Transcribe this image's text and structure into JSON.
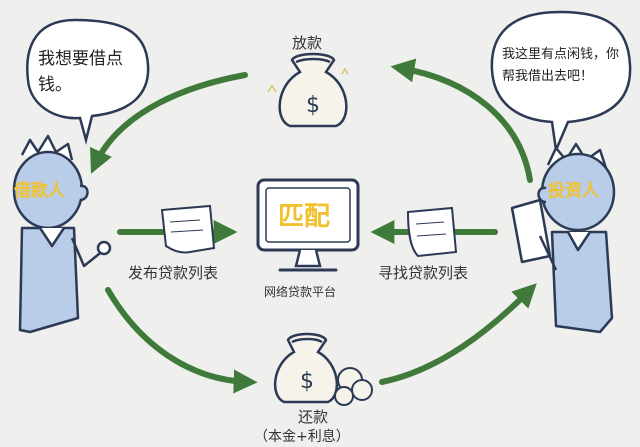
{
  "borrower": {
    "speech": "我想要借点钱。",
    "name": "借款人"
  },
  "investor": {
    "speech": "我这里有点闲钱，你帮我借出去吧！",
    "name": "投资人"
  },
  "platform": {
    "screen_text": "匹配",
    "label": "网络贷款平台"
  },
  "flows": {
    "lend": "放款",
    "publish_list": "发布贷款列表",
    "find_list": "寻找贷款列表",
    "repay": "还款",
    "repay_detail": "（本金+利息）"
  },
  "icons": {
    "money_bag_top": "money-bag-dollar-icon",
    "money_bag_bottom": "money-bag-dollar-icon",
    "coins": "coins-icon",
    "document_left": "document-icon",
    "document_right": "document-icon",
    "monitor": "monitor-icon"
  },
  "colors": {
    "arrow_green": "#3f7a3a",
    "name_yellow": "#f2c12e",
    "line_navy": "#2c3a55",
    "background": "#efefed"
  }
}
